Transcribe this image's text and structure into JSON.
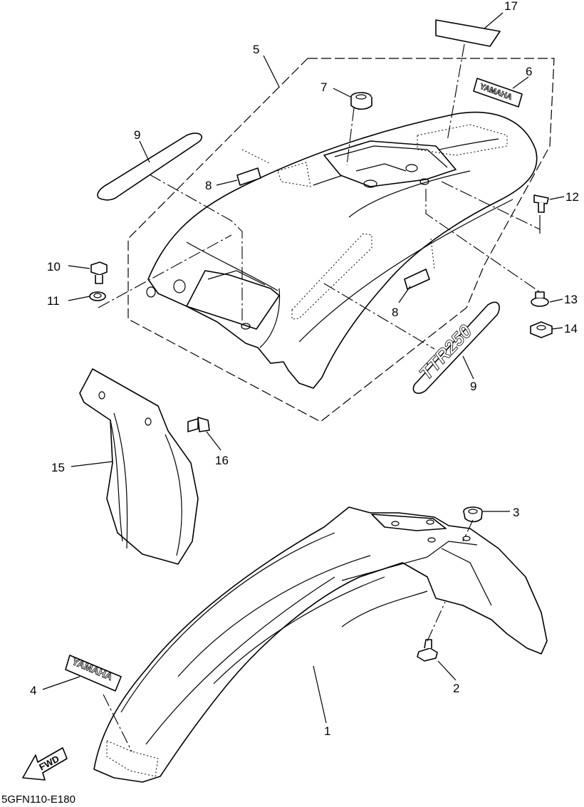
{
  "diagram": {
    "code": "5GFN110-E180",
    "fwd_label": "FWD",
    "decals": {
      "yamaha_side": "YAMAHA",
      "yamaha_rear": "YAMAHA",
      "model": "TTR250"
    },
    "callouts": [
      {
        "id": "callout-1",
        "label": "1"
      },
      {
        "id": "callout-2",
        "label": "2"
      },
      {
        "id": "callout-3",
        "label": "3"
      },
      {
        "id": "callout-4",
        "label": "4"
      },
      {
        "id": "callout-5",
        "label": "5"
      },
      {
        "id": "callout-6",
        "label": "6"
      },
      {
        "id": "callout-7",
        "label": "7"
      },
      {
        "id": "callout-8a",
        "label": "8"
      },
      {
        "id": "callout-8b",
        "label": "8"
      },
      {
        "id": "callout-9a",
        "label": "9"
      },
      {
        "id": "callout-9b",
        "label": "9"
      },
      {
        "id": "callout-10",
        "label": "10"
      },
      {
        "id": "callout-11",
        "label": "11"
      },
      {
        "id": "callout-12",
        "label": "12"
      },
      {
        "id": "callout-13",
        "label": "13"
      },
      {
        "id": "callout-14",
        "label": "14"
      },
      {
        "id": "callout-15",
        "label": "15"
      },
      {
        "id": "callout-16",
        "label": "16"
      },
      {
        "id": "callout-17",
        "label": "17"
      }
    ]
  }
}
